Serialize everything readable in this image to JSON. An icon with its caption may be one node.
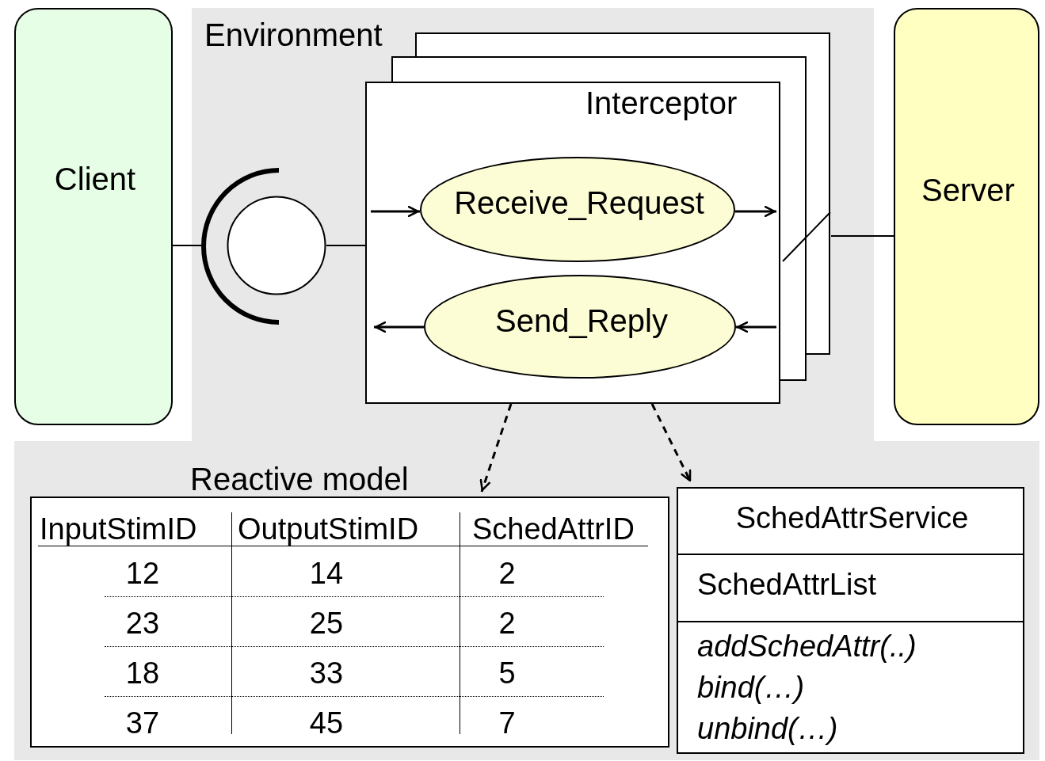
{
  "diagram": {
    "nodes": [
      {
        "text": [
          "Client"
        ]
      },
      {
        "text": [
          "Environment"
        ]
      },
      {
        "text": [],
        "shape": "arc",
        "in": 1
      },
      {
        "text": [],
        "shape": "circle",
        "in": 1
      },
      {
        "text": [
          "Interceptor"
        ],
        "in": 1
      },
      {
        "text": [
          "Receive_Request"
        ],
        "in": 4
      },
      {
        "text": [
          "Send_Reply"
        ],
        "in": 4
      },
      {
        "text": [
          "Server"
        ]
      },
      {
        "text": [
          "Reactive model",
          "InputStimID",
          "OutputStimID",
          "SchedAttrID",
          "12",
          "14",
          "2",
          "23",
          "25",
          "2",
          "18",
          "33",
          "5",
          "37",
          "45",
          "7"
        ],
        "in": 1
      },
      {
        "text": [
          "SchedAttrService",
          "SchedAttrList",
          "addSchedAttr(..)",
          "bind(…)",
          "unbind(…)"
        ],
        "in": 1
      }
    ],
    "edges": [
      {
        "from": 0,
        "to": 2,
        "arrow": "none"
      },
      {
        "from": 3,
        "to": 4,
        "arrow": "none"
      },
      {
        "from": null,
        "to": 5,
        "arrow": "to"
      },
      {
        "from": 5,
        "to": null,
        "arrow": "to"
      },
      {
        "from": null,
        "to": 6,
        "arrow": "to"
      },
      {
        "from": 6,
        "to": null,
        "arrow": "to"
      },
      {
        "from": 4,
        "to": 7,
        "arrow": "none"
      },
      {
        "from": 4,
        "to": 8,
        "arrow": "to",
        "style": "dashed"
      },
      {
        "from": 4,
        "to": 9,
        "arrow": "to",
        "style": "dashed"
      }
    ]
  }
}
